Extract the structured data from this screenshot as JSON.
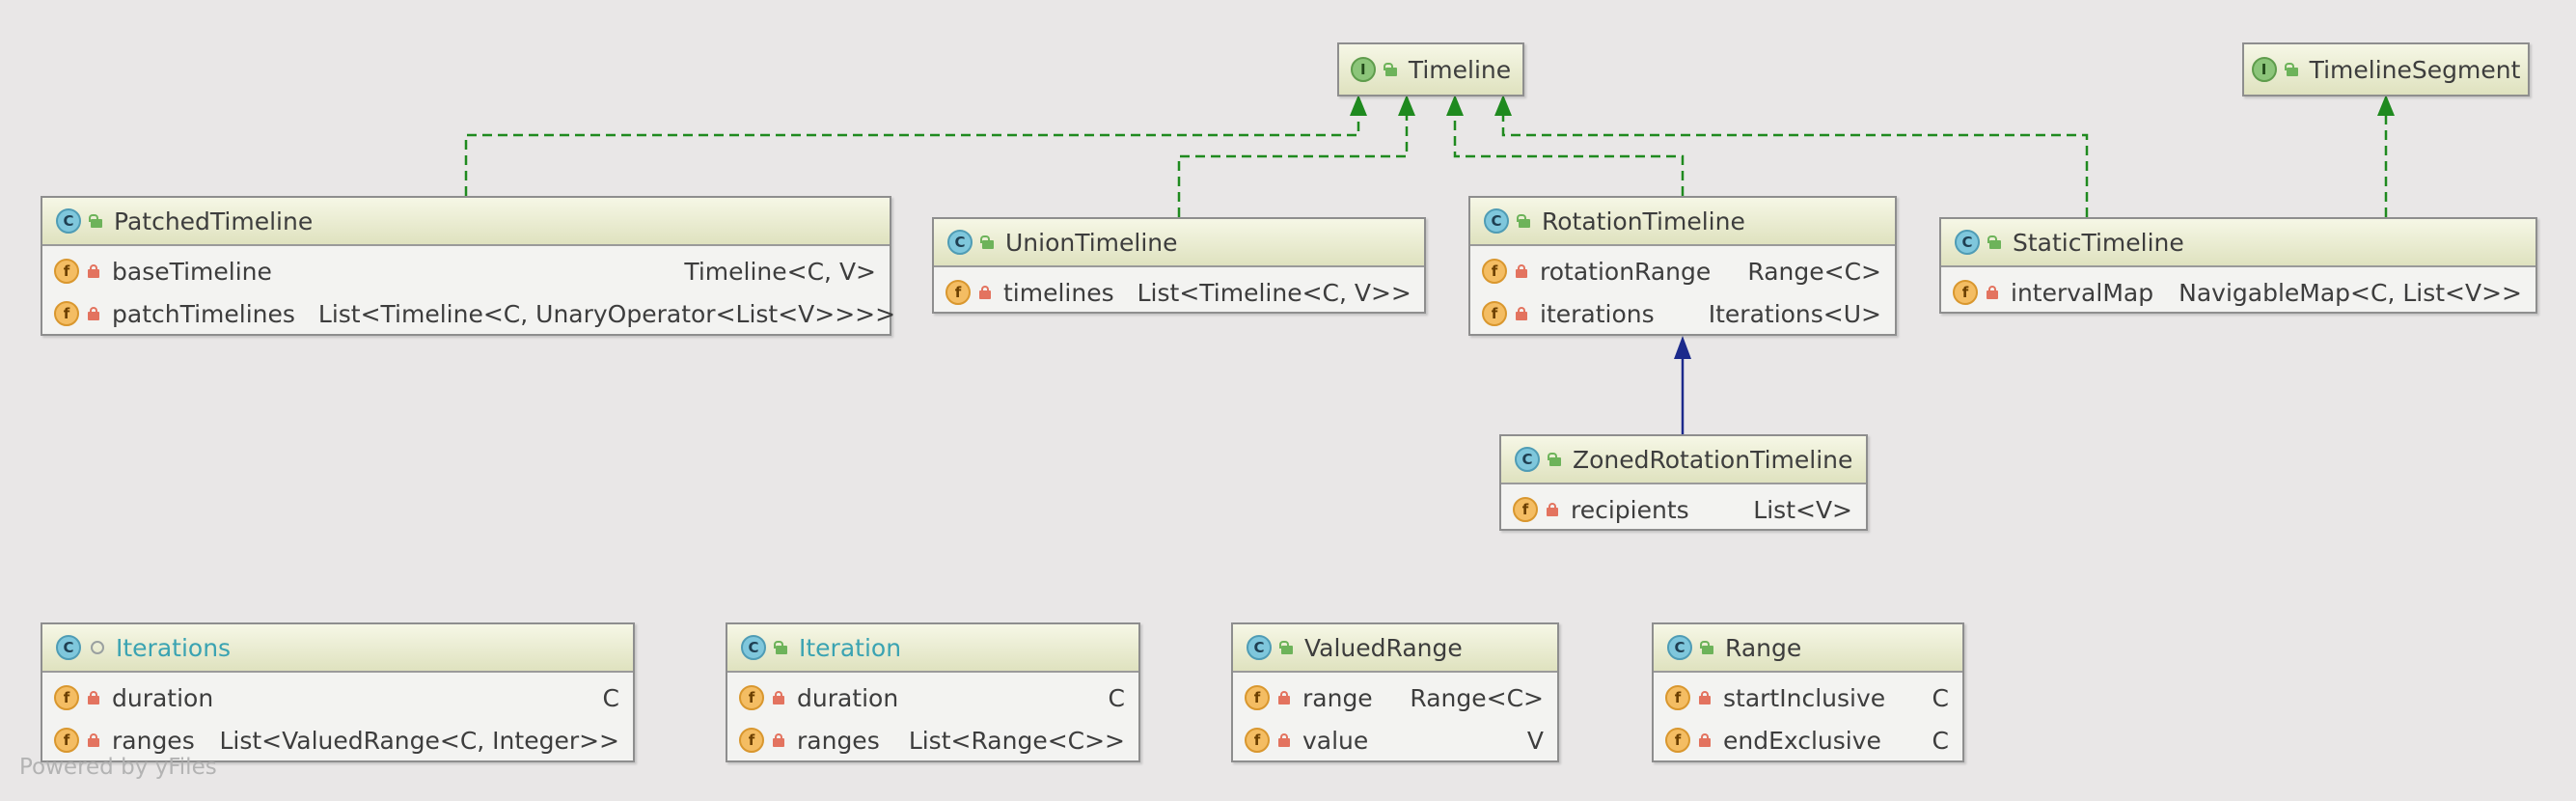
{
  "colors": {
    "background": "#e9e7e7",
    "realization_arrow": "#1f8a1f",
    "inheritance_arrow": "#1c2a8c",
    "header_gradient_top": "#f6f7e6",
    "header_gradient_bottom": "#dfe2bf",
    "muted_class_name": "#3aa3b2"
  },
  "icons": {
    "class": "C",
    "interface": "I",
    "field": "f"
  },
  "nodes": {
    "timeline": {
      "kind": "interface",
      "name": "Timeline"
    },
    "timelineSegment": {
      "kind": "interface",
      "name": "TimelineSegment"
    },
    "patchedTimeline": {
      "kind": "class",
      "name": "PatchedTimeline",
      "fields": [
        {
          "name": "baseTimeline",
          "type": "Timeline<C, V>"
        },
        {
          "name": "patchTimelines",
          "type": "List<Timeline<C, UnaryOperator<List<V>>>>"
        }
      ]
    },
    "unionTimeline": {
      "kind": "class",
      "name": "UnionTimeline",
      "fields": [
        {
          "name": "timelines",
          "type": "List<Timeline<C, V>>"
        }
      ]
    },
    "rotationTimeline": {
      "kind": "class",
      "name": "RotationTimeline",
      "fields": [
        {
          "name": "rotationRange",
          "type": "Range<C>"
        },
        {
          "name": "iterations",
          "type": "Iterations<U>"
        }
      ]
    },
    "staticTimeline": {
      "kind": "class",
      "name": "StaticTimeline",
      "fields": [
        {
          "name": "intervalMap",
          "type": "NavigableMap<C, List<V>>"
        }
      ]
    },
    "zonedRotationTimeline": {
      "kind": "class",
      "name": "ZonedRotationTimeline",
      "fields": [
        {
          "name": "recipients",
          "type": "List<V>"
        }
      ]
    },
    "iterations": {
      "kind": "class",
      "name": "Iterations",
      "fields": [
        {
          "name": "duration",
          "type": "C"
        },
        {
          "name": "ranges",
          "type": "List<ValuedRange<C, Integer>>"
        }
      ]
    },
    "iteration": {
      "kind": "class",
      "name": "Iteration",
      "fields": [
        {
          "name": "duration",
          "type": "C"
        },
        {
          "name": "ranges",
          "type": "List<Range<C>>"
        }
      ]
    },
    "valuedRange": {
      "kind": "class",
      "name": "ValuedRange",
      "fields": [
        {
          "name": "range",
          "type": "Range<C>"
        },
        {
          "name": "value",
          "type": "V"
        }
      ]
    },
    "range": {
      "kind": "class",
      "name": "Range",
      "fields": [
        {
          "name": "startInclusive",
          "type": "C"
        },
        {
          "name": "endExclusive",
          "type": "C"
        }
      ]
    }
  },
  "watermark": "Powered by yFiles"
}
